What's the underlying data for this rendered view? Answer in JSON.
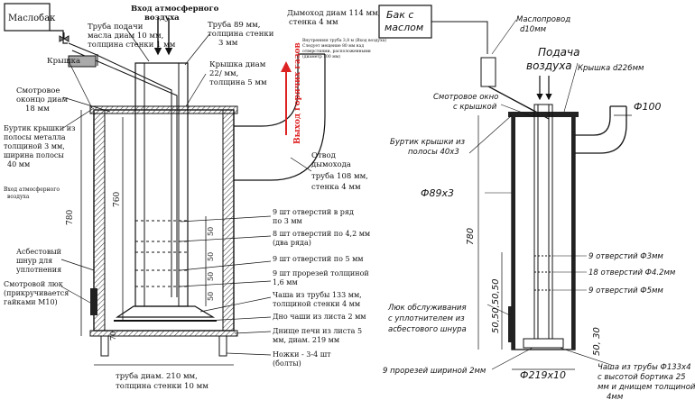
{
  "left": {
    "maslobak": "Маслобак",
    "vhod_top": [
      "Вход атмосферного",
      "воздуха"
    ],
    "truba_podachi": [
      "Труба подачи",
      "масла диам 10 мм,",
      "толщина стенки 1 мм"
    ],
    "truba89": [
      "Труба 89 мм,",
      "толщина стенки",
      "3 мм"
    ],
    "dymohod": [
      "Дымоход диам 114 мм,",
      "стенка 4 мм"
    ],
    "small_note": [
      "Внутренняя труба 3,8 м (Вход воздуха)",
      "Следует мещение 80 мм над",
      "отверстиями, расположенными",
      "(диаметр 100 мм)"
    ],
    "kryshka_diam": [
      "Крышка диам",
      "22/ мм,",
      "толщина 5 мм"
    ],
    "kryshka": "Крышка",
    "smotrovoe": [
      "Смотровое",
      "оконцо диам",
      "18 мм"
    ],
    "burtik": [
      "Буртик крышки из",
      "полосы металла",
      "толщиной 3 мм,",
      "ширина полосы",
      "40 мм"
    ],
    "vyhod_gazov": "Выход горячих газов",
    "otvod": [
      "Отвод",
      "дымохода",
      "труба 108 мм,",
      "стенка 4 мм"
    ],
    "vhod_left": [
      "Вход атмосферного",
      "воздуха"
    ],
    "dim_780": "780",
    "dim_760": "760",
    "otv9_3": [
      "9 шт отверстий в ряд",
      "по 3 мм"
    ],
    "otv8_42": [
      "8 шт отверстий по 4,2 мм",
      "(два ряда)"
    ],
    "otv9_5": "9 шт отверстий по 5 мм",
    "prorez": [
      "9 шт прорезей толщиной",
      "1,6 мм"
    ],
    "chasha": [
      "Чаша из трубы 133 мм,",
      "толщиной стенки 4 мм"
    ],
    "dno_chashi": "Дно чаши из листа 2 мм",
    "dnische": [
      "Днище печи из листа 5",
      "мм, диам. 219 мм"
    ],
    "nozhki": [
      "Ножки - 3-4 шт",
      "(болты)"
    ],
    "asbest": [
      "Асбестовый",
      "шнур для",
      "уплотнения"
    ],
    "smotr_lyuk": [
      "Смотровой люк",
      "(прикручивается",
      "гайками М10)"
    ],
    "truba210": [
      "труба диам. 210 мм,",
      "толщина стенки 10 мм"
    ],
    "dims50": [
      "50",
      "50",
      "50",
      "50"
    ],
    "dim_70": "70"
  },
  "right": {
    "bak": [
      "Бак с",
      "маслом"
    ],
    "masloprovod": [
      "Маслопровод",
      "d10мм"
    ],
    "podacha": [
      "Подача",
      "воздуха"
    ],
    "kryshka": "Крышка d226мм",
    "smotrovoe": [
      "Смотровое окно",
      "с крышкой"
    ],
    "phi100": "Ф100",
    "burtik": [
      "Буртик крышки из",
      "полосы 40х3"
    ],
    "phi89": "Ф89х3",
    "dim_780": "780",
    "otv3": "9 отверстий Ф3мм",
    "otv42": "18 отверстий Ф4.2мм",
    "otv5": "9 отверстий Ф5мм",
    "dims_left": "50,50,50,50",
    "dims_bottom": "50, 30",
    "lyuk": [
      "Люк обслуживания",
      "с уплотнителем из",
      "асбестового шнура"
    ],
    "prorezi": "9 прорезей шириной 2мм",
    "phi219": "Ф219х10",
    "chasha": [
      "Чаша из трубы Ф133х4",
      "с высотой бортика 25",
      "мм и днищем толщиной",
      "4мм"
    ]
  }
}
